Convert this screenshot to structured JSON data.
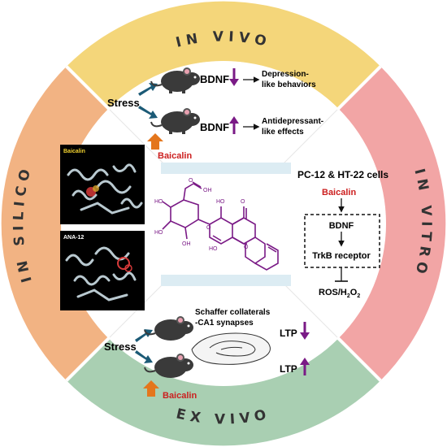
{
  "ring": {
    "top": "IN VIVO",
    "right": "IN VITRO",
    "bottom": "EX VIVO",
    "left": "IN SILICO"
  },
  "colors": {
    "in_vivo": "#f4d67a",
    "in_vitro": "#f2a5a5",
    "ex_vivo": "#a9cfb2",
    "in_silico": "#f2b383",
    "purple": "#7a1a86",
    "red": "#cc1f1f",
    "orange": "#e4761c",
    "teal_arrow": "#1b5a76",
    "band": "#dcecf3"
  },
  "in_vivo": {
    "stress": "Stress",
    "bdnf_down": "BDNF",
    "bdnf_up": "BDNF",
    "outcome_down_1": "Depression-",
    "outcome_down_2": "like behaviors",
    "outcome_up_1": "Antidepressant-",
    "outcome_up_2": "like effects",
    "treatment": "Baicalin"
  },
  "in_vitro": {
    "cells": "PC-12 & HT-22 cells",
    "treatment": "Baicalin",
    "step1": "BDNF",
    "step2": "TrkB receptor",
    "ros": "ROS/H",
    "ros_sub1": "2",
    "ros_mid": "O",
    "ros_sub2": "2"
  },
  "ex_vivo": {
    "region_1": "Schaffer collaterals",
    "region_2": "-CA1 synapses",
    "stress": "Stress",
    "ltp_down": "LTP",
    "ltp_up": "LTP",
    "treatment": "Baicalin"
  },
  "in_silico": {
    "panel1": "Baicalin",
    "panel2": "ANA-12"
  },
  "icons": [
    "mouse-icon",
    "arrow-down-icon",
    "arrow-up-icon",
    "hippocampus-icon",
    "molecule-structure-icon",
    "protein-structure-icon"
  ]
}
